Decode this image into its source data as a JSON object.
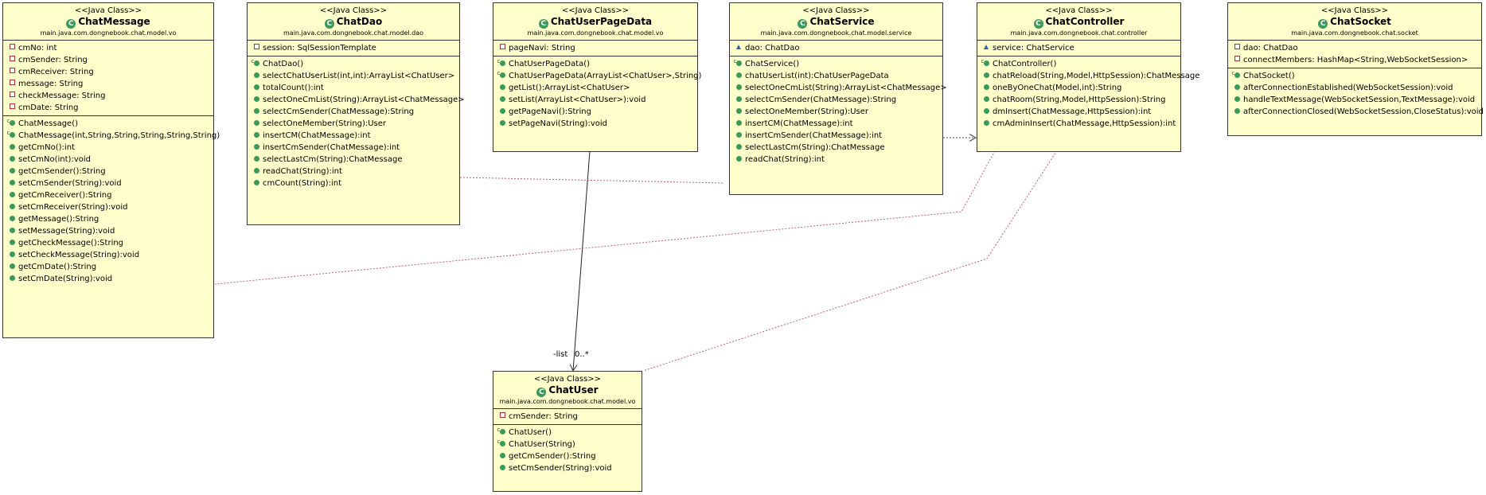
{
  "stereotype": "<<Java Class>>",
  "classes": {
    "chatmessage": {
      "name": "ChatMessage",
      "package": "main.java.com.dongnebook.chat.model.vo",
      "attributes": [
        "cmNo: int",
        "cmSender: String",
        "cmReceiver: String",
        "message: String",
        "checkMessage: String",
        "cmDate: String"
      ],
      "methods": [
        "ChatMessage()",
        "ChatMessage(int,String,String,String,String,String)",
        "getCmNo():int",
        "setCmNo(int):void",
        "getCmSender():String",
        "setCmSender(String):void",
        "getCmReceiver():String",
        "setCmReceiver(String):void",
        "getMessage():String",
        "setMessage(String):void",
        "getCheckMessage():String",
        "setCheckMessage(String):void",
        "getCmDate():String",
        "setCmDate(String):void"
      ]
    },
    "chatdao": {
      "name": "ChatDao",
      "package": "main.java.com.dongnebook.chat.model.dao",
      "attributes": [
        "session: SqlSessionTemplate"
      ],
      "methods": [
        "ChatDao()",
        "selectChatUserList(int,int):ArrayList<ChatUser>",
        "totalCount():int",
        "selectOneCmList(String):ArrayList<ChatMessage>",
        "selectCmSender(ChatMessage):String",
        "selectOneMember(String):User",
        "insertCM(ChatMessage):int",
        "insertCmSender(ChatMessage):int",
        "selectLastCm(String):ChatMessage",
        "readChat(String):int",
        "cmCount(String):int"
      ]
    },
    "chatuserpagedata": {
      "name": "ChatUserPageData",
      "package": "main.java.com.dongnebook.chat.model.vo",
      "attributes": [
        "pageNavi: String"
      ],
      "methods": [
        "ChatUserPageData()",
        "ChatUserPageData(ArrayList<ChatUser>,String)",
        "getList():ArrayList<ChatUser>",
        "setList(ArrayList<ChatUser>):void",
        "getPageNavi():String",
        "setPageNavi(String):void"
      ]
    },
    "chatservice": {
      "name": "ChatService",
      "package": "main.java.com.dongnebook.chat.model.service",
      "attributes": [
        "dao: ChatDao"
      ],
      "methods": [
        "ChatService()",
        "chatUserList(int):ChatUserPageData",
        "selectOneCmList(String):ArrayList<ChatMessage>",
        "selectCmSender(ChatMessage):String",
        "selectOneMember(String):User",
        "insertCM(ChatMessage):int",
        "insertCmSender(ChatMessage):int",
        "selectLastCm(String):ChatMessage",
        "readChat(String):int"
      ]
    },
    "chatcontroller": {
      "name": "ChatController",
      "package": "main.java.com.dongnebook.chat.controller",
      "attributes": [
        "service: ChatService"
      ],
      "methods": [
        "ChatController()",
        "chatReload(String,Model,HttpSession):ChatMessage",
        "oneByOneChat(Model,int):String",
        "chatRoom(String,Model,HttpSession):String",
        "dmInsert(ChatMessage,HttpSession):int",
        "cmAdminInsert(ChatMessage,HttpSession):int"
      ]
    },
    "chatsocket": {
      "name": "ChatSocket",
      "package": "main.java.com.dongnebook.chat.socket",
      "attributes": [
        "dao: ChatDao",
        "connectMembers: HashMap<String,WebSocketSession>"
      ],
      "methods": [
        "ChatSocket()",
        "afterConnectionEstablished(WebSocketSession):void",
        "handleTextMessage(WebSocketSession,TextMessage):void",
        "afterConnectionClosed(WebSocketSession,CloseStatus):void"
      ]
    },
    "chatuser": {
      "name": "ChatUser",
      "package": "main.java.com.dongnebook.chat.model.vo",
      "attributes": [
        "cmSender: String"
      ],
      "methods": [
        "ChatUser()",
        "ChatUser(String)",
        "getCmSender():String",
        "setCmSender(String):void"
      ]
    }
  },
  "association": {
    "role": "-list",
    "multiplicity": "0..*"
  },
  "colors": {
    "fill": "#ffffcc",
    "border": "#333333",
    "public": "#3a9a5a",
    "private": "#b03030",
    "package": "#2a6aa8",
    "dependency": "#c06070"
  }
}
